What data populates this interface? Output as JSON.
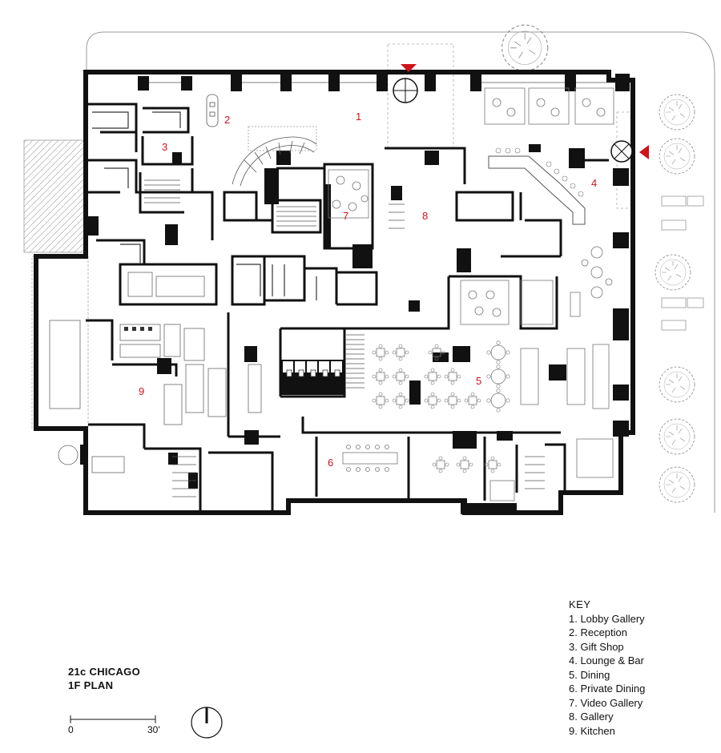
{
  "title": {
    "line1": "21c CHICAGO",
    "line2": "1F PLAN"
  },
  "key": {
    "heading": "KEY",
    "items": [
      "1. Lobby Gallery",
      "2. Reception",
      "3. Gift Shop",
      "4. Lounge & Bar",
      "5. Dining",
      "6. Private Dining",
      "7. Video Gallery",
      "8. Gallery",
      "9. Kitchen"
    ]
  },
  "rooms": [
    {
      "number": "1",
      "name": "Lobby Gallery"
    },
    {
      "number": "2",
      "name": "Reception"
    },
    {
      "number": "3",
      "name": "Gift Shop"
    },
    {
      "number": "4",
      "name": "Lounge & Bar"
    },
    {
      "number": "5",
      "name": "Dining"
    },
    {
      "number": "6",
      "name": "Private Dining"
    },
    {
      "number": "7",
      "name": "Video Gallery"
    },
    {
      "number": "8",
      "name": "Gallery"
    },
    {
      "number": "9",
      "name": "Kitchen"
    }
  ],
  "scale": {
    "start_label": "0",
    "end_label": "30'"
  },
  "icons": {
    "north": "north-arrow-icon",
    "entry": "entry-marker-icon",
    "door": "revolving-door-icon",
    "tree": "tree-icon"
  },
  "colors": {
    "walls": "#111111",
    "room_numbers": "#d0121b",
    "entry_markers": "#d0121b",
    "fixtures": "#888888"
  }
}
